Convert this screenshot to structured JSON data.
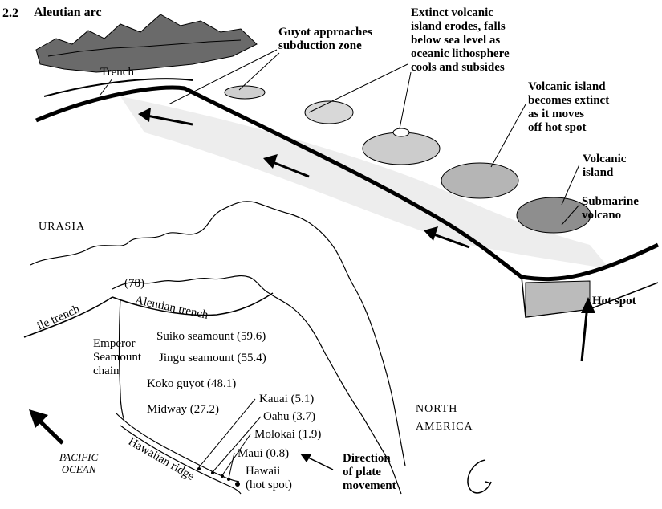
{
  "figure": {
    "number": "2.2",
    "block_labels": {
      "aleutian_arc": "Aleutian arc",
      "trench": "Trench",
      "guyot": "Guyot approaches\nsubduction zone",
      "extinct_erodes": "Extinct volcanic\nisland erodes, falls\nbelow sea level as\noceanic lithosphere\ncools and subsides",
      "becomes_extinct": "Volcanic island\nbecomes extinct\nas it moves\noff hot spot",
      "volcanic_island": "Volcanic\nisland",
      "submarine_volcano": "Submarine\nvolcano",
      "hot_spot": "Hot spot"
    },
    "map_labels": {
      "urasia": "URASIA",
      "north_america": "NORTH\nAMERICA",
      "pacific_ocean": "PACIFIC\nOCEAN",
      "kurile_trench": "ile trench",
      "aleutian_trench": "Aleutian trench",
      "hawaiian_ridge": "Hawaiian ridge",
      "emperor_chain": "Emperor\nSeamount\nchain",
      "bend_age": "(78)",
      "direction": "Direction\nof plate\nmovement"
    },
    "seamounts": [
      {
        "label": "Suiko seamount (59.6)"
      },
      {
        "label": "Jingu seamount (55.4)"
      },
      {
        "label": "Koko guyot (48.1)"
      },
      {
        "label": "Midway (27.2)"
      },
      {
        "label": "Kauai (5.1)"
      },
      {
        "label": "Oahu (3.7)"
      },
      {
        "label": "Molokai (1.9)"
      },
      {
        "label": "Maui (0.8)"
      },
      {
        "label": "Hawaii\n(hot spot)"
      }
    ]
  }
}
